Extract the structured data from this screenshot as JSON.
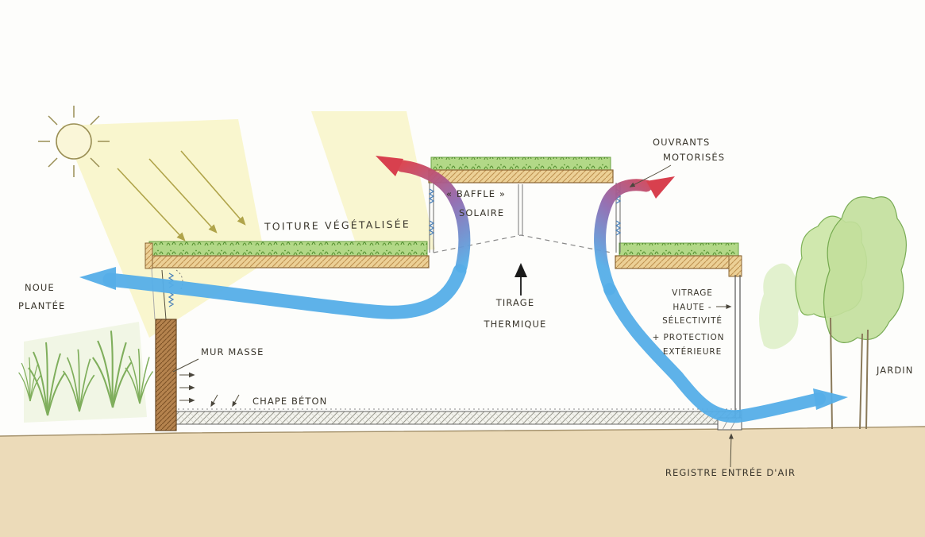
{
  "labels": {
    "noue_line1": "NOUE",
    "noue_line2": "PLANTÉE",
    "toiture": "TOITURE VÉGÉTALISÉE",
    "baffle_line1": "« BAFFLE »",
    "baffle_line2": "SOLAIRE",
    "ouvrants_line1": "OUVRANTS",
    "ouvrants_line2": "MOTORISÉS",
    "tirage_line1": "TIRAGE",
    "tirage_line2": "THERMIQUE",
    "mur_masse": "MUR MASSE",
    "chape_beton": "CHAPE BÉTON",
    "vitrage_line1": "VITRAGE",
    "vitrage_line2": "HAUTE -",
    "vitrage_line3": "SÉLECTIVITÉ",
    "vitrage_line4": "+ PROTECTION",
    "vitrage_line5": "EXTÉRIEURE",
    "jardin": "JARDIN",
    "registre": "REGISTRE ENTRÉE D'AIR"
  },
  "colors": {
    "air_cool": "#55aee8",
    "air_warm": "#d8404e",
    "sunbeam": "#f8f4c6",
    "vegetation": "#b2d887",
    "roof_deck": "#ecd096",
    "mass_wall": "#b5834e",
    "ground": "#ecdbb9",
    "ink": "#3a362c"
  }
}
